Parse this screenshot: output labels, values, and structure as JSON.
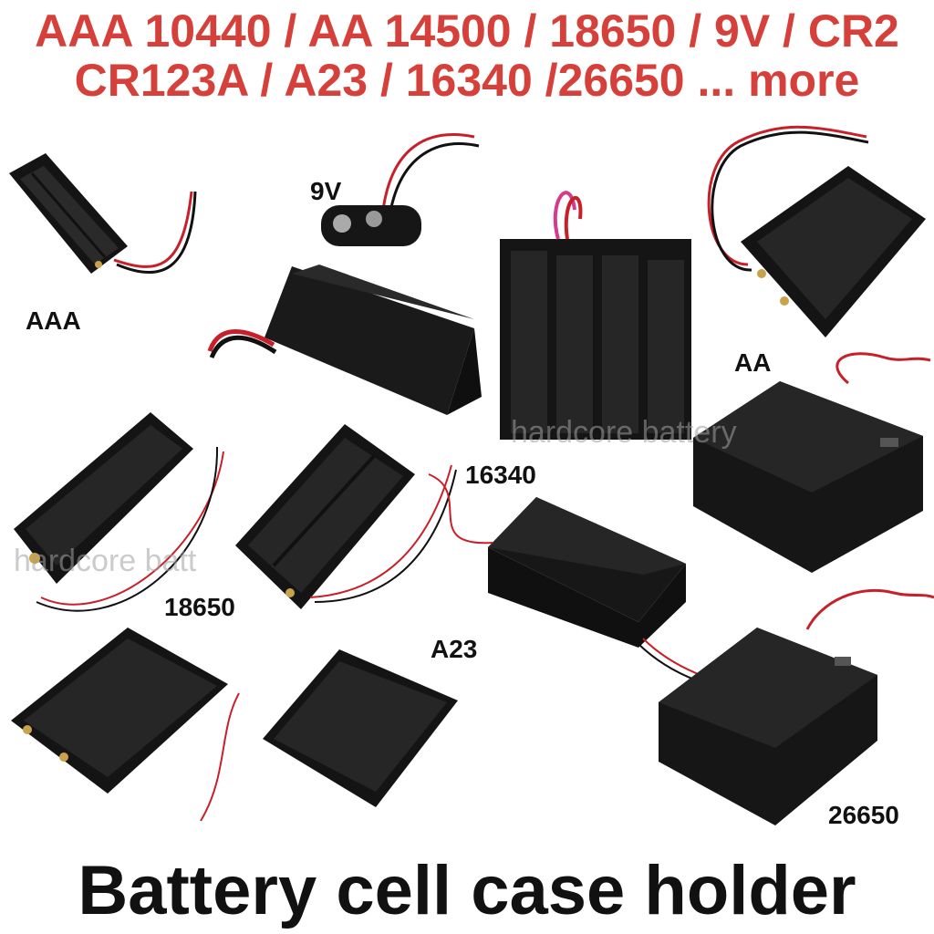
{
  "header": {
    "line1": "AAA 10440 / AA 14500 / 18650 / 9V / CR2",
    "line2": "CR123A / A23 / 16340 /26650 ... more"
  },
  "labels": {
    "aaa": "AAA",
    "nine_v": "9V",
    "aa": "AA",
    "l16340": "16340",
    "l18650": "18650",
    "a23": "A23",
    "l26650": "26650"
  },
  "watermarks": {
    "w1": "hardcore battery",
    "w2": "hardcore batt"
  },
  "footer": {
    "title": "Battery cell case holder"
  },
  "colors": {
    "headline": "#d6403a",
    "holder": "#1a1a1a",
    "wire_red": "#c8202a"
  }
}
